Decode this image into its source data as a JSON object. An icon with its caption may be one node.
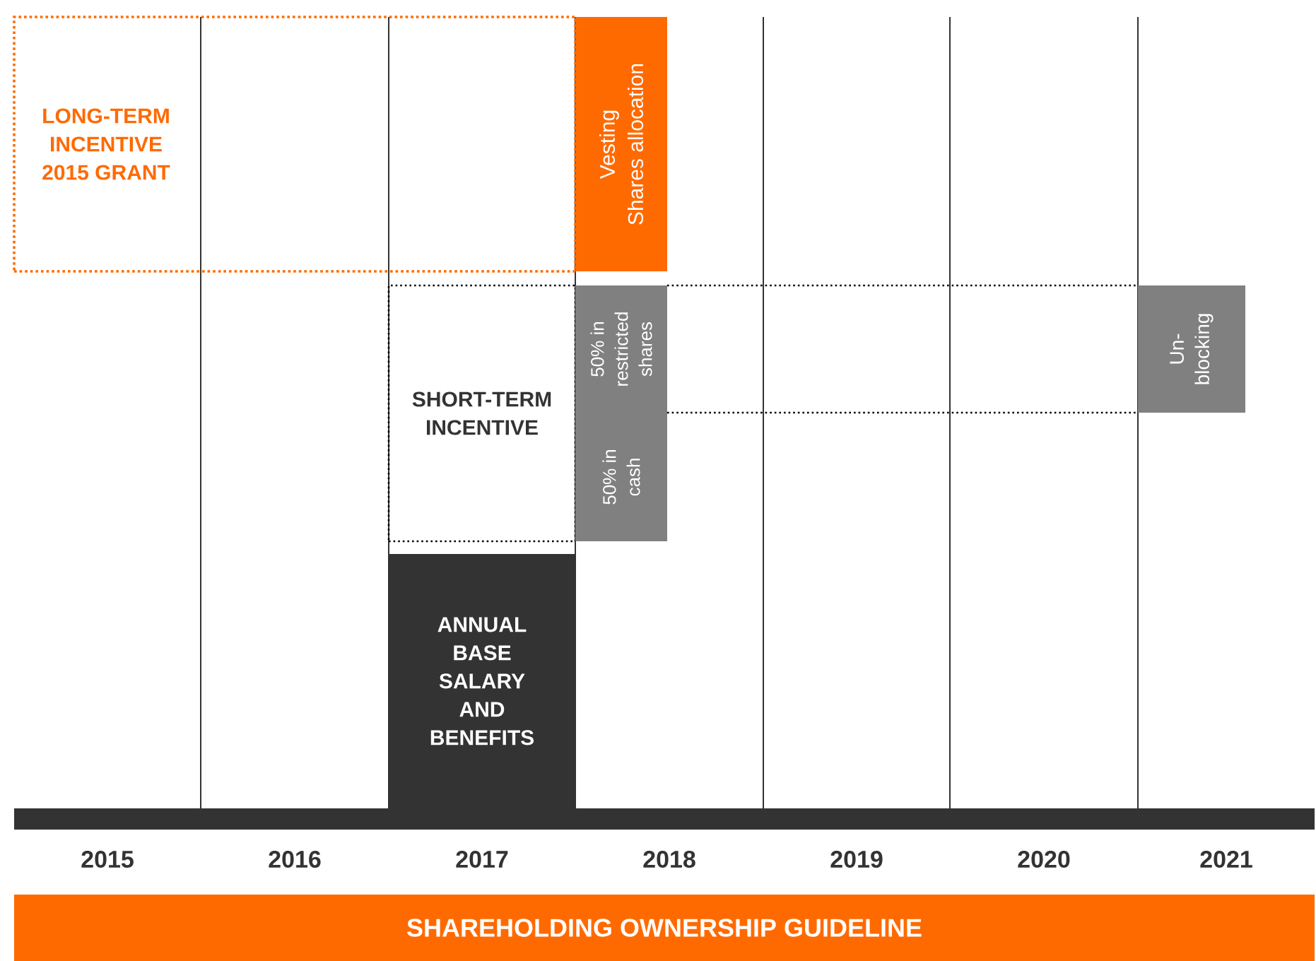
{
  "diagram": {
    "nodes": [
      {
        "text": [
          "LONG-TERM INCENTIVE 2015 GRANT"
        ]
      },
      {
        "text": [
          "Vesting",
          "Shares allocation"
        ]
      },
      {
        "text": [
          "SHORT-TERM INCENTIVE"
        ]
      },
      {
        "text": [
          "50% in restricted shares"
        ]
      },
      {
        "text": [
          "50% in cash"
        ]
      },
      {
        "text": [
          "Un- blocking"
        ]
      },
      {
        "text": [
          "ANNUAL BASE SALARY AND BENEFITS"
        ]
      },
      {
        "text": [
          "SHAREHOLDING OWNERSHIP GUIDELINE"
        ]
      }
    ],
    "labels": [
      "2015",
      "2016",
      "2017",
      "2018",
      "2019",
      "2020",
      "2021"
    ]
  }
}
